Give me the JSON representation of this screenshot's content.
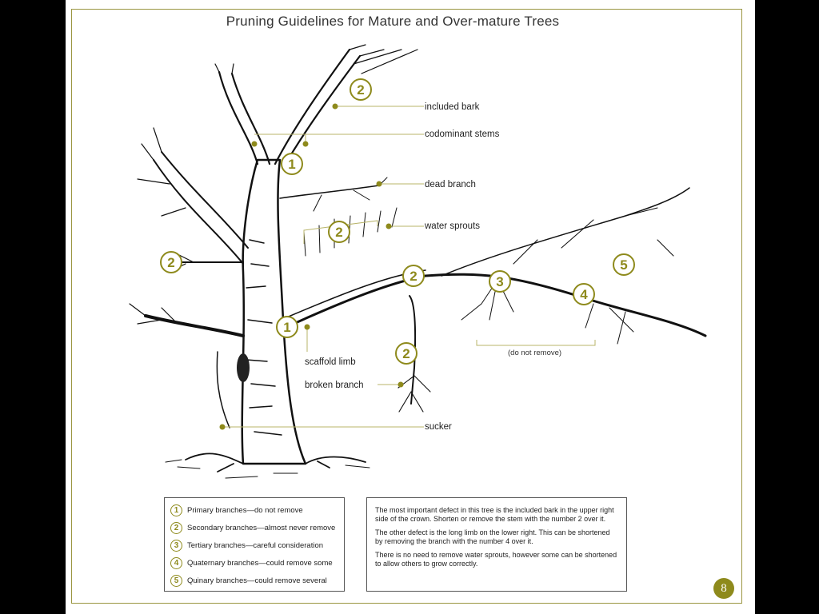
{
  "title": "Pruning Guidelines for Mature and Over-mature Trees",
  "colors": {
    "accent": "#8e8a1c",
    "ink": "#111111",
    "frame": "#9a9540",
    "background": "#000000"
  },
  "callouts": {
    "included_bark": "included bark",
    "codominant_stems": "codominant stems",
    "dead_branch": "dead branch",
    "water_sprouts": "water sprouts",
    "scaffold_limb": "scaffold limb",
    "broken_branch": "broken branch",
    "sucker": "sucker",
    "do_not_remove": "(do not remove)"
  },
  "markers": {
    "top_secondary": "2",
    "codominant_primary": "1",
    "water_sprouts_secondary": "2",
    "left_secondary": "2",
    "limb_secondary": "2",
    "limb_tertiary": "3",
    "limb_quinary": "5",
    "limb_quaternary": "4",
    "scaffold_primary": "1",
    "broken_secondary": "2"
  },
  "legend": [
    {
      "number": "1",
      "text": "Primary branches—do not remove"
    },
    {
      "number": "2",
      "text": "Secondary branches—almost never remove"
    },
    {
      "number": "3",
      "text": "Tertiary branches—careful consideration"
    },
    {
      "number": "4",
      "text": "Quaternary branches—could remove some"
    },
    {
      "number": "5",
      "text": "Quinary branches—could remove several"
    }
  ],
  "notes": [
    "The most important defect in this tree is the included bark in the upper right side of the crown. Shorten or remove the stem with the number 2 over it.",
    "The other defect is the long limb on the lower right. This can be shortened by removing the branch with the number 4 over it.",
    "There is no need to remove water sprouts, however some can be shortened to allow others to grow correctly."
  ],
  "page_number": "8"
}
